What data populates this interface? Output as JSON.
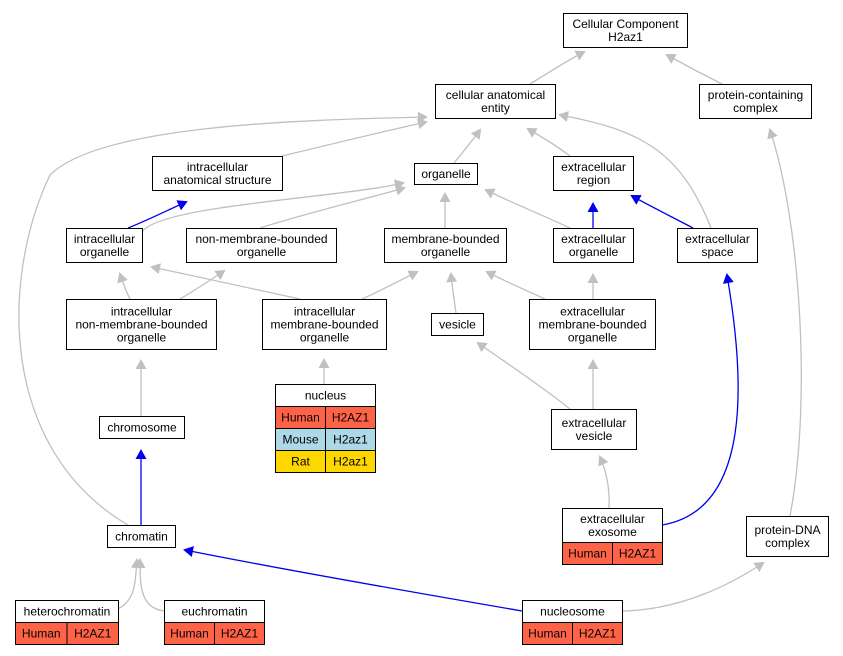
{
  "colors": {
    "Human": "#ff6347",
    "Mouse": "#add8e6",
    "Rat": "#ffd700",
    "edge_is_a": "#c0c0c0",
    "edge_part_of": "#0000ee"
  },
  "nodes": [
    {
      "id": "cellular-component-h2az1",
      "lines": [
        "Cellular Component",
        "H2az1"
      ]
    },
    {
      "id": "cellular-anatomical-entity",
      "lines": [
        "cellular anatomical",
        "entity"
      ]
    },
    {
      "id": "protein-containing-complex",
      "lines": [
        "protein-containing",
        "complex"
      ]
    },
    {
      "id": "intracellular-anatomical-structure",
      "lines": [
        "intracellular",
        "anatomical structure"
      ]
    },
    {
      "id": "organelle",
      "lines": [
        "organelle"
      ]
    },
    {
      "id": "extracellular-region",
      "lines": [
        "extracellular",
        "region"
      ]
    },
    {
      "id": "intracellular-organelle",
      "lines": [
        "intracellular",
        "organelle"
      ]
    },
    {
      "id": "non-membrane-bounded-organelle",
      "lines": [
        "non-membrane-bounded",
        "organelle"
      ]
    },
    {
      "id": "membrane-bounded-organelle",
      "lines": [
        "membrane-bounded",
        "organelle"
      ]
    },
    {
      "id": "extracellular-organelle",
      "lines": [
        "extracellular",
        "organelle"
      ]
    },
    {
      "id": "extracellular-space",
      "lines": [
        "extracellular",
        "space"
      ]
    },
    {
      "id": "intracellular-non-membrane-bounded-organelle",
      "lines": [
        "intracellular",
        "non-membrane-bounded",
        "organelle"
      ]
    },
    {
      "id": "intracellular-membrane-bounded-organelle",
      "lines": [
        "intracellular",
        "membrane-bounded",
        "organelle"
      ]
    },
    {
      "id": "vesicle",
      "lines": [
        "vesicle"
      ]
    },
    {
      "id": "extracellular-membrane-bounded-organelle",
      "lines": [
        "extracellular",
        "membrane-bounded",
        "organelle"
      ]
    },
    {
      "id": "nucleus",
      "lines": [
        "nucleus"
      ],
      "genes": [
        [
          "Human",
          "H2AZ1"
        ],
        [
          "Mouse",
          "H2az1"
        ],
        [
          "Rat",
          "H2az1"
        ]
      ]
    },
    {
      "id": "chromosome",
      "lines": [
        "chromosome"
      ]
    },
    {
      "id": "extracellular-vesicle",
      "lines": [
        "extracellular",
        "vesicle"
      ]
    },
    {
      "id": "extracellular-exosome",
      "lines": [
        "extracellular",
        "exosome"
      ],
      "genes": [
        [
          "Human",
          "H2AZ1"
        ]
      ]
    },
    {
      "id": "chromatin",
      "lines": [
        "chromatin"
      ]
    },
    {
      "id": "protein-dna-complex",
      "lines": [
        "protein-DNA",
        "complex"
      ]
    },
    {
      "id": "heterochromatin",
      "lines": [
        "heterochromatin"
      ],
      "genes": [
        [
          "Human",
          "H2AZ1"
        ]
      ]
    },
    {
      "id": "euchromatin",
      "lines": [
        "euchromatin"
      ],
      "genes": [
        [
          "Human",
          "H2AZ1"
        ]
      ]
    },
    {
      "id": "nucleosome",
      "lines": [
        "nucleosome"
      ],
      "genes": [
        [
          "Human",
          "H2AZ1"
        ]
      ]
    }
  ],
  "edges": [
    {
      "from": "cellular-anatomical-entity",
      "to": "cellular-component-h2az1",
      "type": "is_a"
    },
    {
      "from": "protein-containing-complex",
      "to": "cellular-component-h2az1",
      "type": "is_a"
    },
    {
      "from": "intracellular-anatomical-structure",
      "to": "cellular-anatomical-entity",
      "type": "is_a"
    },
    {
      "from": "organelle",
      "to": "cellular-anatomical-entity",
      "type": "is_a"
    },
    {
      "from": "extracellular-region",
      "to": "cellular-anatomical-entity",
      "type": "is_a"
    },
    {
      "from": "extracellular-space",
      "to": "cellular-anatomical-entity",
      "type": "is_a"
    },
    {
      "from": "chromatin",
      "to": "cellular-anatomical-entity",
      "type": "is_a"
    },
    {
      "from": "intracellular-organelle",
      "to": "intracellular-anatomical-structure",
      "type": "part_of"
    },
    {
      "from": "intracellular-organelle",
      "to": "organelle",
      "type": "is_a"
    },
    {
      "from": "non-membrane-bounded-organelle",
      "to": "organelle",
      "type": "is_a"
    },
    {
      "from": "membrane-bounded-organelle",
      "to": "organelle",
      "type": "is_a"
    },
    {
      "from": "extracellular-organelle",
      "to": "organelle",
      "type": "is_a"
    },
    {
      "from": "extracellular-organelle",
      "to": "extracellular-region",
      "type": "part_of"
    },
    {
      "from": "extracellular-space",
      "to": "extracellular-region",
      "type": "part_of"
    },
    {
      "from": "intracellular-non-membrane-bounded-organelle",
      "to": "intracellular-organelle",
      "type": "is_a"
    },
    {
      "from": "intracellular-non-membrane-bounded-organelle",
      "to": "non-membrane-bounded-organelle",
      "type": "is_a"
    },
    {
      "from": "intracellular-membrane-bounded-organelle",
      "to": "intracellular-organelle",
      "type": "is_a"
    },
    {
      "from": "intracellular-membrane-bounded-organelle",
      "to": "membrane-bounded-organelle",
      "type": "is_a"
    },
    {
      "from": "vesicle",
      "to": "membrane-bounded-organelle",
      "type": "is_a"
    },
    {
      "from": "extracellular-membrane-bounded-organelle",
      "to": "membrane-bounded-organelle",
      "type": "is_a"
    },
    {
      "from": "extracellular-membrane-bounded-organelle",
      "to": "extracellular-organelle",
      "type": "is_a"
    },
    {
      "from": "nucleus",
      "to": "intracellular-membrane-bounded-organelle",
      "type": "is_a"
    },
    {
      "from": "chromosome",
      "to": "intracellular-non-membrane-bounded-organelle",
      "type": "is_a"
    },
    {
      "from": "extracellular-vesicle",
      "to": "vesicle",
      "type": "is_a"
    },
    {
      "from": "extracellular-vesicle",
      "to": "extracellular-membrane-bounded-organelle",
      "type": "is_a"
    },
    {
      "from": "extracellular-exosome",
      "to": "extracellular-vesicle",
      "type": "is_a"
    },
    {
      "from": "extracellular-exosome",
      "to": "extracellular-space",
      "type": "part_of"
    },
    {
      "from": "chromatin",
      "to": "chromosome",
      "type": "part_of"
    },
    {
      "from": "protein-dna-complex",
      "to": "protein-containing-complex",
      "type": "is_a"
    },
    {
      "from": "heterochromatin",
      "to": "chromatin",
      "type": "is_a"
    },
    {
      "from": "euchromatin",
      "to": "chromatin",
      "type": "is_a"
    },
    {
      "from": "nucleosome",
      "to": "chromatin",
      "type": "part_of"
    },
    {
      "from": "nucleosome",
      "to": "protein-dna-complex",
      "type": "is_a"
    }
  ]
}
